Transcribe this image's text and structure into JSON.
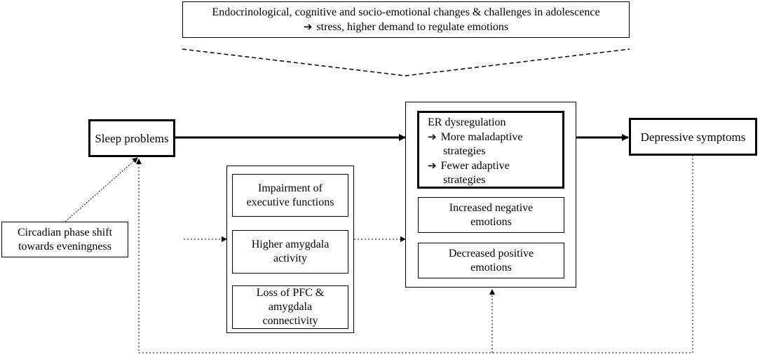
{
  "top_box": {
    "line1": "Endocrinological, cognitive and socio-emotional changes & challenges in adolescence",
    "line2": "stress, higher demand to regulate emotions"
  },
  "sleep_problems": "Sleep problems",
  "circadian": {
    "line1": "Circadian phase shift",
    "line2": "towards eveningness"
  },
  "depressive": "Depressive symptoms",
  "mechanisms": [
    {
      "line1": "Impairment of",
      "line2": "executive functions"
    },
    {
      "line1": "Higher amygdala",
      "line2": "activity"
    },
    {
      "line1": "Loss of PFC &",
      "line2": "amygdala",
      "line3": "connectivity"
    }
  ],
  "er_dysregulation": {
    "title": "ER dysregulation",
    "item1_line1": "More maladaptive",
    "item1_line2": "strategies",
    "item2_line1": "Fewer adaptive",
    "item2_line2": "strategies"
  },
  "negative": {
    "line1": "Increased negative",
    "line2": "emotions"
  },
  "positive": {
    "line1": "Decreased positive",
    "line2": "emotions"
  },
  "icons": {
    "arrow": "right-arrow-icon"
  }
}
